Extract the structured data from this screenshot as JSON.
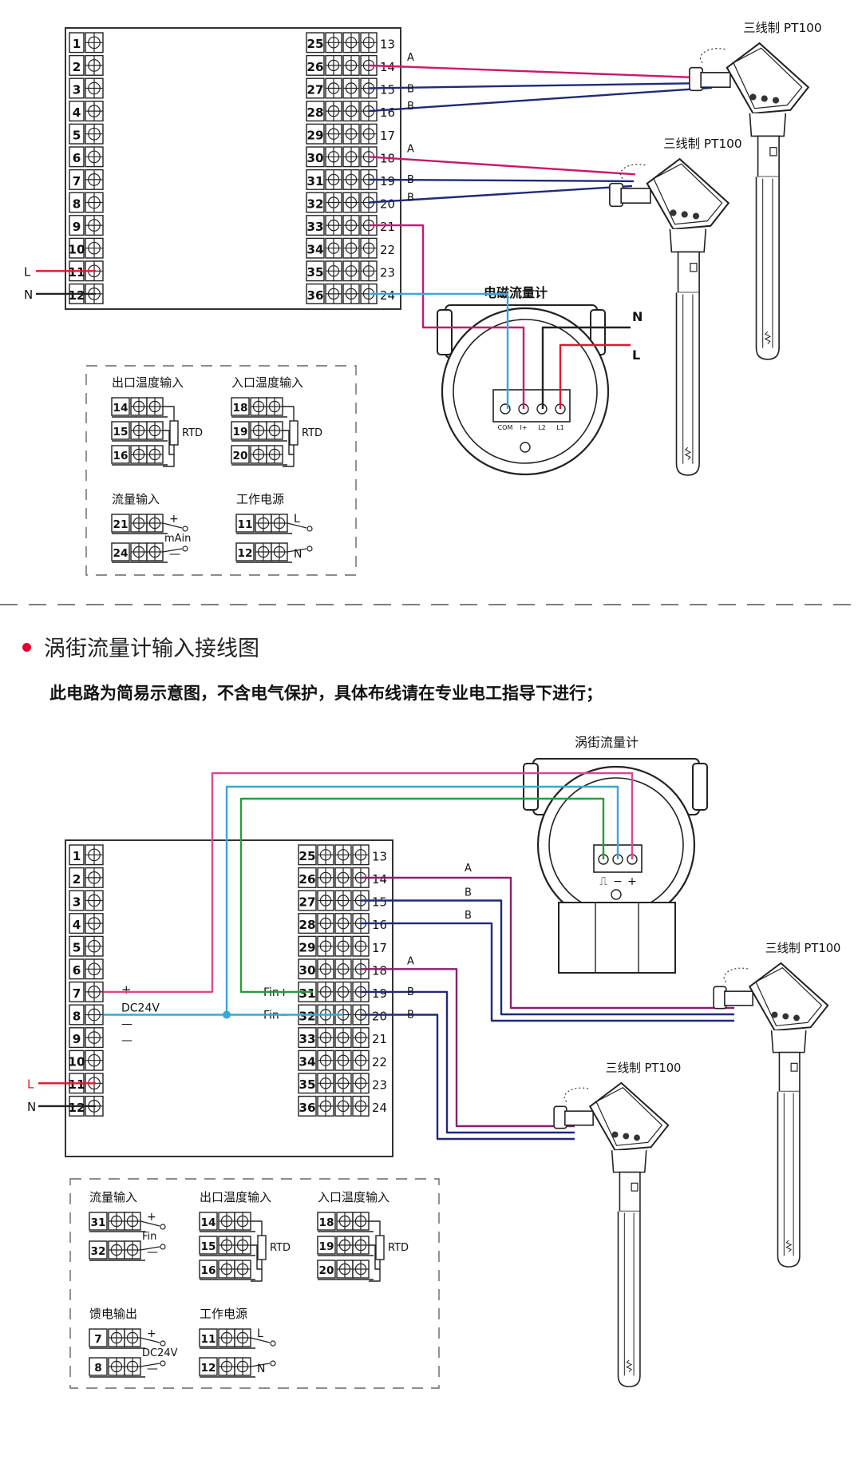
{
  "diagram1": {
    "left_terminals": [
      "1",
      "2",
      "3",
      "4",
      "5",
      "6",
      "7",
      "8",
      "9",
      "10",
      "11",
      "12"
    ],
    "right_terminals_a": [
      "25",
      "26",
      "27",
      "28",
      "29",
      "30",
      "31",
      "32",
      "33",
      "34",
      "35",
      "36"
    ],
    "right_terminals_b": [
      "13",
      "14",
      "15",
      "16",
      "17",
      "18",
      "19",
      "20",
      "21",
      "22",
      "23",
      "24"
    ],
    "label_L": "L",
    "label_N": "N",
    "wire_labels": [
      "A",
      "B",
      "B",
      "A",
      "B",
      "B"
    ],
    "sensor1_label": "三线制 PT100",
    "sensor2_label": "三线制 PT100",
    "meter_label": "电磁流量计",
    "meter_terminals": [
      "COM",
      "I+",
      "L2",
      "L1"
    ],
    "meter_N": "N",
    "meter_L": "L",
    "legend": {
      "outlet_temp": "出口温度输入",
      "inlet_temp": "入口温度输入",
      "rtd": "RTD",
      "flow_input": "流量输入",
      "ma_in": "mAin",
      "power": "工作电源",
      "plus": "+",
      "minus": "—",
      "L": "L",
      "N": "N",
      "outlet_terms": [
        "14",
        "15",
        "16"
      ],
      "inlet_terms": [
        "18",
        "19",
        "20"
      ],
      "flow_terms": [
        "21",
        "24"
      ],
      "power_terms": [
        "11",
        "12"
      ]
    }
  },
  "section2": {
    "title": "涡街流量计输入接线图",
    "note": "此电路为简易示意图，不含电气保护，具体布线请在专业电工指导下进行；"
  },
  "diagram2": {
    "left_terminals": [
      "1",
      "2",
      "3",
      "4",
      "5",
      "6",
      "7",
      "8",
      "9",
      "10",
      "11",
      "12"
    ],
    "right_terminals_a": [
      "25",
      "26",
      "27",
      "28",
      "29",
      "30",
      "31",
      "32",
      "33",
      "34",
      "35",
      "36"
    ],
    "right_terminals_b": [
      "13",
      "14",
      "15",
      "16",
      "17",
      "18",
      "19",
      "20",
      "21",
      "22",
      "23",
      "24"
    ],
    "label_L": "L",
    "label_N": "N",
    "plus": "+",
    "minus": "—",
    "dc24v": "DC24V",
    "fin_plus": "Fin+",
    "fin_minus": "Fin−",
    "wire_labels": [
      "A",
      "B",
      "B",
      "A",
      "B",
      "B"
    ],
    "vortex_label": "涡街流量计",
    "vortex_symbols": [
      "⎍",
      "−",
      "+"
    ],
    "sensor1_label": "三线制 PT100",
    "sensor2_label": "三线制 PT100",
    "legend": {
      "flow_input": "流量输入",
      "outlet_temp": "出口温度输入",
      "inlet_temp": "入口温度输入",
      "rtd": "RTD",
      "fin": "Fin",
      "feed_output": "馈电输出",
      "dc24v": "DC24V",
      "power": "工作电源",
      "plus": "+",
      "minus": "—",
      "L": "L",
      "N": "N",
      "flow_terms": [
        "31",
        "32"
      ],
      "outlet_terms": [
        "14",
        "15",
        "16"
      ],
      "inlet_terms": [
        "18",
        "19",
        "20"
      ],
      "feed_terms": [
        "7",
        "8"
      ],
      "power_terms": [
        "11",
        "12"
      ]
    }
  },
  "colors": {
    "magenta": "#c8186e",
    "navy": "#1f2a7a",
    "purple": "#8a1f6e",
    "cyan": "#3ba6d8",
    "green": "#2c9a3a",
    "red": "#e0182d",
    "pink": "#e0468a",
    "black": "#222222",
    "dash": "#555555"
  }
}
